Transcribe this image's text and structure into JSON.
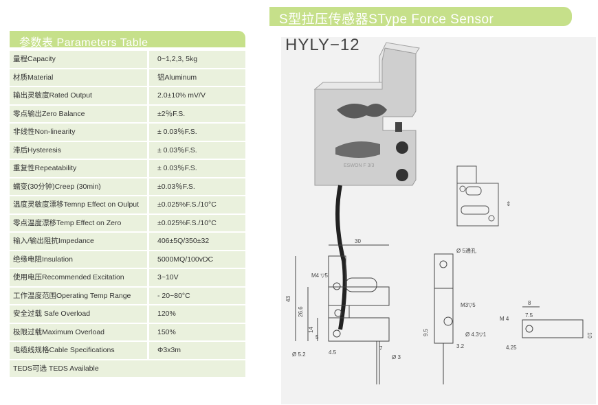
{
  "table": {
    "title": "参数表  Parameters Table",
    "rows": [
      {
        "name": "量程Capacity",
        "value": "0~1,2,3, 5kg"
      },
      {
        "name": "材质Material",
        "value": "铝Aluminum"
      },
      {
        "name": "输出灵敏度Rated Output",
        "value": "2.0±10% mV/V"
      },
      {
        "name": "零点输出Zero Balance",
        "value": "±2％F.S."
      },
      {
        "name": "非线性Non-linearity",
        "value": "± 0.03％F.S."
      },
      {
        "name": "滞后Hysteresis",
        "value": "± 0.03％F.S."
      },
      {
        "name": "重复性Repeatability",
        "value": "± 0.03％F.S."
      },
      {
        "name": "蠕变(30分钟)Creep (30min)",
        "value": "±0.03％F.S."
      },
      {
        "name": "温度灵敏度漂移Temnp Effect on Oulput",
        "value": "±0.025%F.S./10°C"
      },
      {
        "name": "零点温度漂移Temp Effect on Zero",
        "value": "±0.025%F.S./10°C"
      },
      {
        "name": "输入/输出阻抗Impedance",
        "value": "406±5Q/350±32"
      },
      {
        "name": "绝缘电阻Insulation",
        "value": "5000MQ/100vDC"
      },
      {
        "name": "使用电压Recommended Excitation",
        "value": "3~10V"
      },
      {
        "name": "工作温度范围Operating Temp Range",
        "value": "- 20~80°C"
      },
      {
        "name": "安全过载 Safe Overload",
        "value": "120%"
      },
      {
        "name": "极限过载Maximum Overload",
        "value": "150%"
      },
      {
        "name": "电缆线规格Cable Specifications",
        "value": "Φ3x3m"
      }
    ],
    "last_row": "TEDS可选 TEDS Available"
  },
  "banner": {
    "title": "S型拉压传感器SType Force Sensor"
  },
  "model": "HYLY−12",
  "drawing": {
    "dim_30": "30",
    "dim_43": "43",
    "dim_26_6": "26.6",
    "dim_14": "14",
    "dim_5": "5",
    "dim_4_5": "4.5",
    "dim_7": "7",
    "dim_5_2": "Ø 5.2",
    "dim_3": "Ø 3",
    "m4": "M4 ▽5",
    "hole5": "Ø 5通孔",
    "m3": "M3▽5",
    "dim_9_5": "9.5",
    "dim_4_3": "Ø 4.3▽1",
    "dim_3_2": "3.2",
    "dim_8": "8",
    "dim_7_5": "7.5",
    "m4b": "M 4",
    "dim_10": "10",
    "dim_4_25": "4.25"
  }
}
